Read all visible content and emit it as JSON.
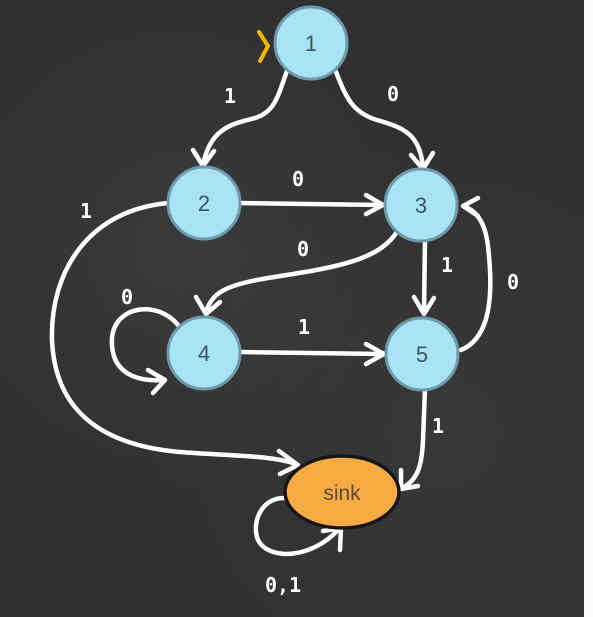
{
  "states": {
    "s1": "1",
    "s2": "2",
    "s3": "3",
    "s4": "4",
    "s5": "5",
    "sink": "sink"
  },
  "start_state": "1",
  "transitions": [
    {
      "from": "1",
      "to": "2",
      "label": "1"
    },
    {
      "from": "1",
      "to": "3",
      "label": "0"
    },
    {
      "from": "2",
      "to": "3",
      "label": "0"
    },
    {
      "from": "2",
      "to": "sink",
      "label": "1"
    },
    {
      "from": "3",
      "to": "4",
      "label": "0"
    },
    {
      "from": "3",
      "to": "5",
      "label": "1"
    },
    {
      "from": "4",
      "to": "4",
      "label": "0"
    },
    {
      "from": "4",
      "to": "5",
      "label": "1"
    },
    {
      "from": "5",
      "to": "3",
      "label": "0"
    },
    {
      "from": "5",
      "to": "sink",
      "label": "1"
    },
    {
      "from": "sink",
      "to": "sink",
      "label": "0,1"
    }
  ],
  "colors": {
    "background": "#303030",
    "state_fill": "#a8e4f6",
    "sink_fill": "#f7ab42",
    "start_marker": "#f6b400",
    "edges": "#ffffff"
  }
}
